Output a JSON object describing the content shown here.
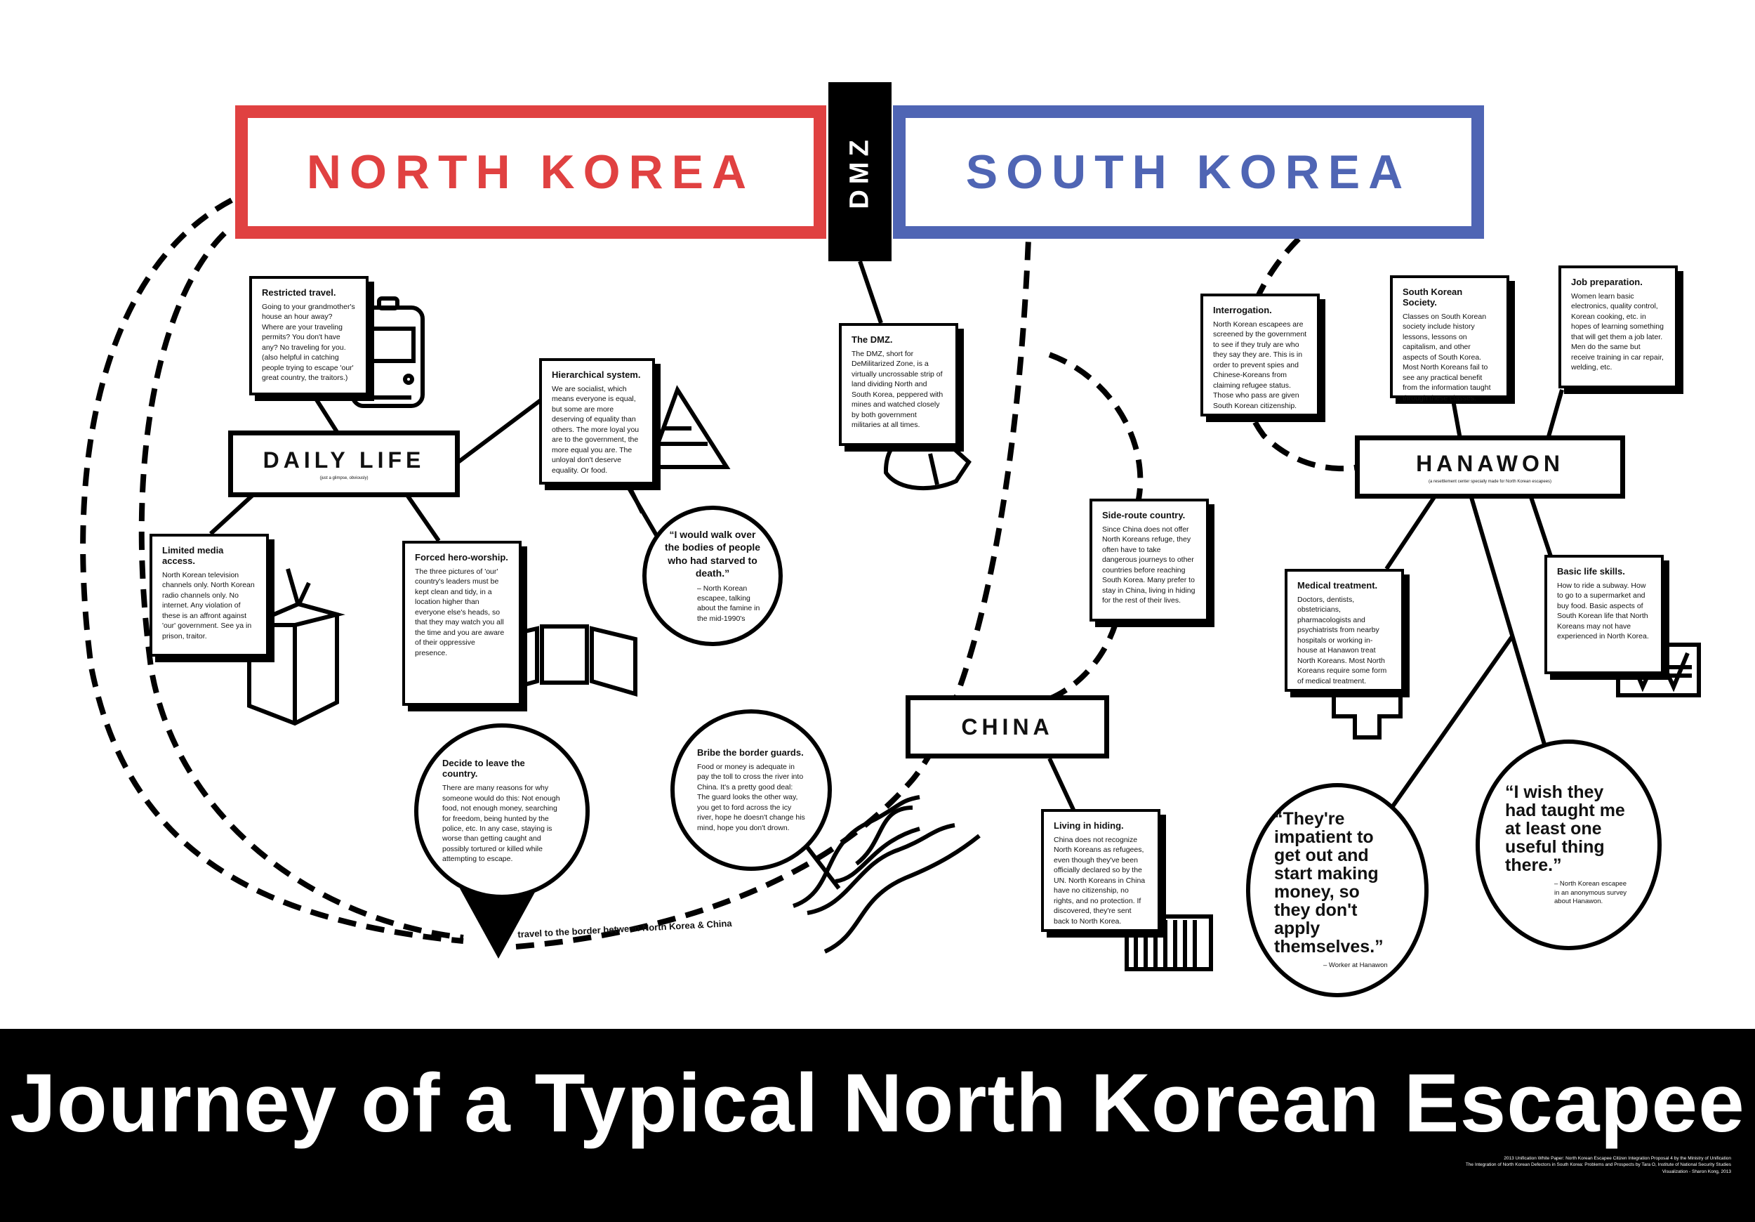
{
  "countries": {
    "north_korea": "NORTH KOREA",
    "dmz": "DMZ",
    "south_korea": "SOUTH KOREA",
    "nk_color": "#e04141",
    "sk_color": "#4f65b4"
  },
  "hubs": {
    "daily_life": {
      "label": "DAILY LIFE",
      "sub": "(just a glimpse, obviously)"
    },
    "china": {
      "label": "CHINA"
    },
    "hanawon": {
      "label": "HANAWON",
      "sub": "(a resettlement center specially made for North Korean escapees)"
    }
  },
  "boxes": {
    "restricted_travel": {
      "title": "Restricted travel.",
      "body": "Going to your grandmother's house an hour away? Where are your traveling permits? You don't have any? No traveling for you. (also helpful in catching people trying to escape 'our' great country, the traitors.)"
    },
    "hierarchical": {
      "title": "Hierarchical system.",
      "body": "We are socialist, which means everyone is equal, but some are more deserving of equality than others. The more loyal you are to the government, the more equal you are. The unloyal don't deserve equality. Or food."
    },
    "limited_media": {
      "title": "Limited media access.",
      "body": "North Korean television channels only. North Korean radio channels only. No internet. Any violation of these is an affront against 'our' government. See ya in prison, traitor."
    },
    "hero_worship": {
      "title": "Forced hero-worship.",
      "body": "The three pictures of 'our' country's leaders must be kept clean and tidy, in a location higher than everyone else's heads, so that they may watch you all the time and you are aware of their oppressive presence."
    },
    "the_dmz": {
      "title": "The DMZ.",
      "body": "The DMZ, short for DeMilitarized Zone, is a virtually uncrossable strip of land dividing North and South Korea, peppered with mines and watched closely by both government militaries at all times."
    },
    "side_route": {
      "title": "Side-route country.",
      "body": "Since China does not offer North Koreans refuge, they often have to take dangerous journeys to other countries before reaching South Korea. Many prefer to stay in China, living in hiding for the rest of their lives."
    },
    "living_hiding": {
      "title": "Living in hiding.",
      "body": "China does not recognize North Koreans as refugees, even though they've been officially declared so by the UN. North Koreans in China have no citizenship, no rights, and no protection. If discovered, they're sent back to North Korea."
    },
    "interrogation": {
      "title": "Interrogation.",
      "body": "North Korean escapees are screened by the government to see if they truly are who they say they are. This is in order to prevent spies and Chinese-Koreans from claiming refugee status. Those who pass are given South Korean citizenship."
    },
    "sk_society": {
      "title": "South Korean Society.",
      "body": "Classes on South Korean society include history lessons, lessons on capitalism, and other aspects of South Korea. Most North Koreans fail to see any practical benefit from the information taught through these classes."
    },
    "job_prep": {
      "title": "Job preparation.",
      "body": "Women learn basic electronics, quality control, Korean cooking, etc. in hopes of learning something that will get them a job later. Men do the same but receive training in car repair, welding, etc."
    },
    "medical": {
      "title": "Medical treatment.",
      "body": "Doctors, dentists, obstetricians, pharmacologists and psychiatrists from nearby hospitals or working in-house at Hanawon treat North Koreans. Most North Koreans require some form of medical treatment."
    },
    "life_skills": {
      "title": "Basic life skills.",
      "body": "How to ride a subway. How to go to a supermarket and buy food. Basic aspects of South Korean life that North Koreans may not have experienced in North Korea."
    }
  },
  "circles": {
    "starved_quote": {
      "quote": "“I would walk over the bodies of people who had starved to death.”",
      "attr": "– North Korean escapee, talking about the famine in the mid-1990's"
    },
    "decide_leave": {
      "title": "Decide to leave the country.",
      "body": "There are many reasons for why someone would do this: Not enough food, not enough money, searching for freedom, being hunted by the police, etc. In any case, staying is worse than getting caught and possibly tortured or killed while attempting to escape."
    },
    "bribe": {
      "title": "Bribe the border guards.",
      "body": "Food or money is adequate in pay the toll to cross the river into China. It's a pretty good deal: The guard looks the other way, you get to ford across the icy river, hope he doesn't change his mind, hope you don't drown."
    },
    "impatient_quote": {
      "quote": "“They're impatient to get out and start making money, so they don't apply themselves.”",
      "attr": "– Worker at Hanawon"
    },
    "useful_quote": {
      "quote": "“I wish they had taught me at least one useful thing there.”",
      "attr": "– North Korean escapee in an anonymous survey about Hanawon."
    }
  },
  "border_label": "travel to the border between North Korea & China",
  "footer": {
    "title": "Journey of a Typical North Korean Escapee",
    "credits": [
      "2013 Unification White Paper: North Korean Escapee Citizen Integration Proposal 4 by the Ministry of Unification",
      "The Integration of North Korean Defectors in South Korea: Problems and Prospects by Tara O, Institute of National Security Studies",
      "Visualization - Sharon Kong, 2013"
    ]
  },
  "icons": [
    "tram-icon",
    "pyramid-icon",
    "tv-icon",
    "portraits-icon",
    "helmet-icon",
    "arrow-down-icon",
    "river-icon",
    "barcode-icon",
    "medical-cross-icon",
    "won-sign-icon"
  ]
}
